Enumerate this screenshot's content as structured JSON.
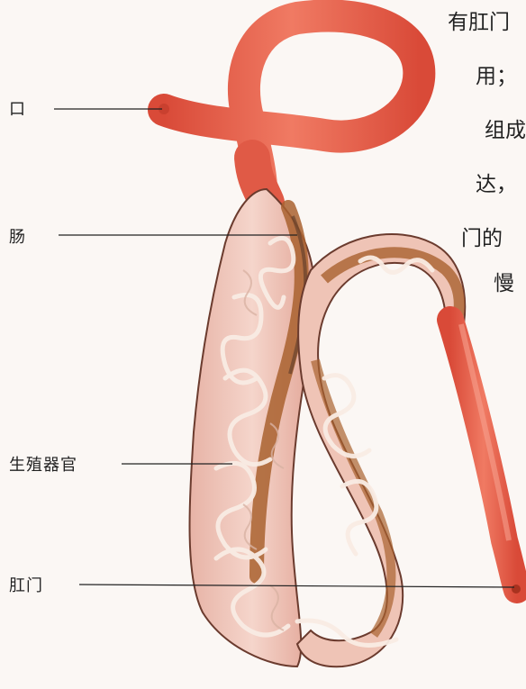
{
  "labels": {
    "mouth": "口",
    "intestine": "肠",
    "reproductive": "生殖器官",
    "anus": "肛门"
  },
  "side_text": [
    "有肛门",
    "用；",
    "组成",
    "达，",
    "门的",
    "慢"
  ],
  "colors": {
    "body_red": "#e8644f",
    "body_light": "#f08a73",
    "inner_pink": "#eec3b8",
    "gut_brown": "#a9622f",
    "coil": "#f7e6dc",
    "line": "#222222"
  }
}
